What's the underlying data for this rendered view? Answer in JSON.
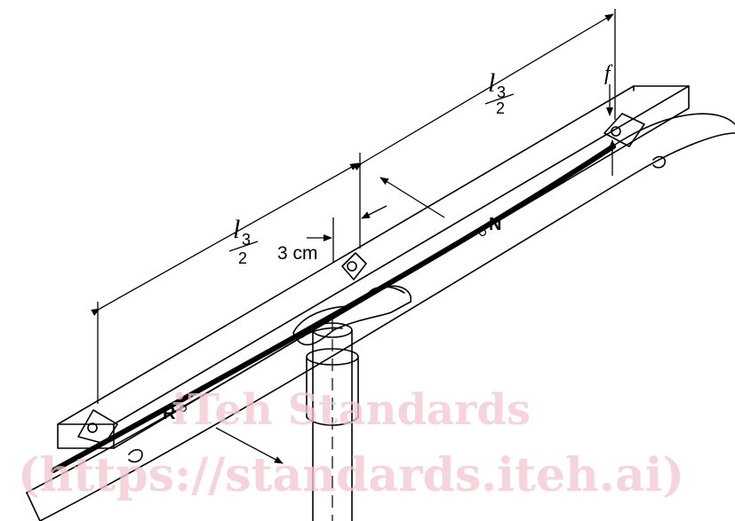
{
  "labels": {
    "dim_left_letter": "l",
    "dim_left_sub": "3",
    "dim_left_den": "2",
    "dim_right_letter": "l",
    "dim_right_sub": "3",
    "dim_right_den": "2",
    "offset": "3 cm",
    "force": "f",
    "point_n": "N",
    "point_r": "R"
  },
  "watermark": {
    "line1": "iTeh Standards",
    "line2": "(https://standards.iteh.ai)",
    "color": "#f2c6cf"
  }
}
